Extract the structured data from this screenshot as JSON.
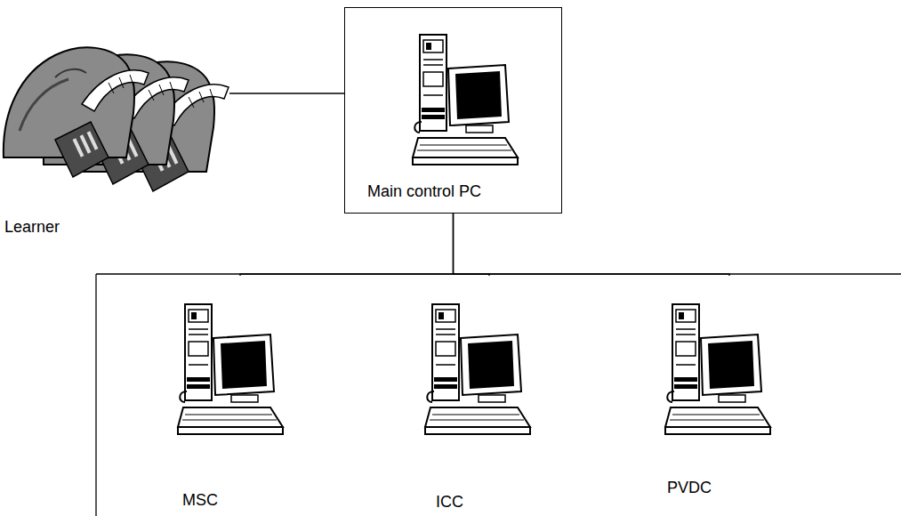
{
  "diagram": {
    "nodes": [
      {
        "text": [
          "Learner"
        ]
      },
      {
        "text": [
          "Main control PC"
        ]
      },
      {
        "text": [
          "MSC"
        ]
      },
      {
        "text": [
          "ICC"
        ]
      },
      {
        "text": [
          "PVDC"
        ]
      }
    ],
    "edges": [
      {
        "from": 0,
        "to": 1,
        "arrow": "none"
      },
      {
        "from": 1,
        "to": 2,
        "arrow": "none"
      },
      {
        "from": 1,
        "to": 3,
        "arrow": "none"
      },
      {
        "from": 1,
        "to": 4,
        "arrow": "none"
      }
    ]
  }
}
